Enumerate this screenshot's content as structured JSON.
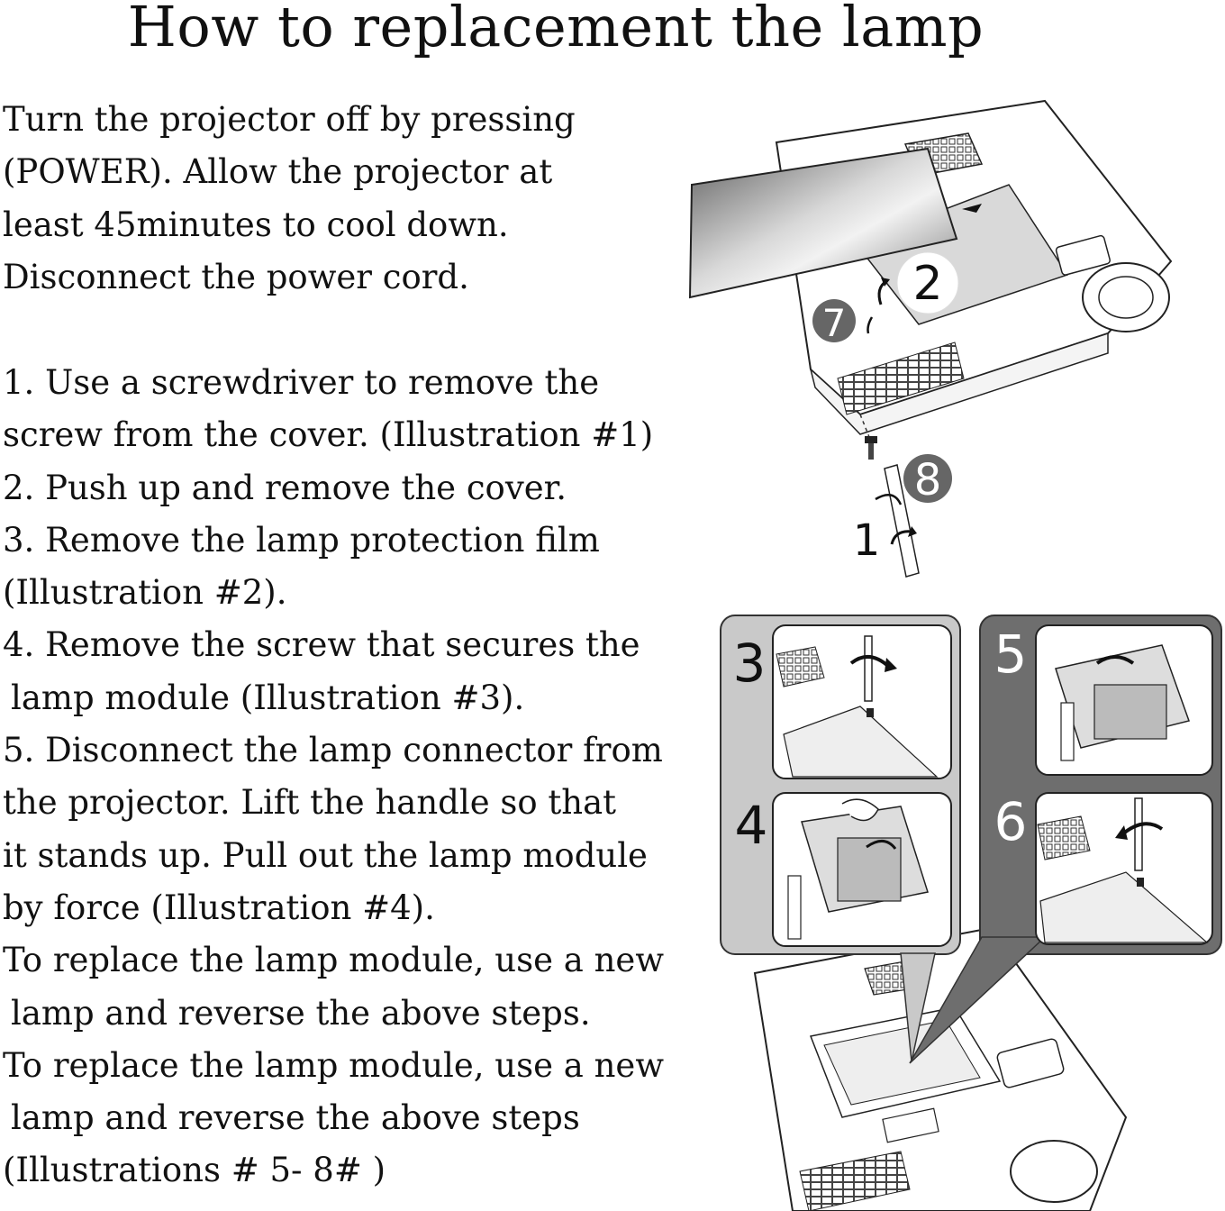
{
  "title": "How to replacement the lamp",
  "intro_lines": [
    "Turn the projector off by pressing",
    "(POWER). Allow the projector at",
    "least 45minutes to cool down.",
    "Disconnect the power cord."
  ],
  "step_lines": [
    "1. Use a screwdriver to remove the",
    "screw from the cover. (Illustration #1)",
    "2. Push up and remove the cover.",
    "3. Remove the lamp protection film",
    "(Illustration #2).",
    "4. Remove the screw that secures the",
    " lamp module (Illustration #3).",
    "5. Disconnect the lamp connector from",
    "the projector. Lift the handle so that",
    "it stands up. Pull out the lamp module",
    "by force (Illustration #4).",
    "To replace the lamp module, use a new",
    " lamp and reverse the above steps.",
    "To replace the lamp module, use a new",
    " lamp and reverse the above steps",
    "(Illustrations # 5- 8# )"
  ],
  "illustration_labels": {
    "one": "1",
    "two": "2",
    "three": "3",
    "four": "4",
    "five": "5",
    "six": "6",
    "seven": "7",
    "eight": "8"
  }
}
